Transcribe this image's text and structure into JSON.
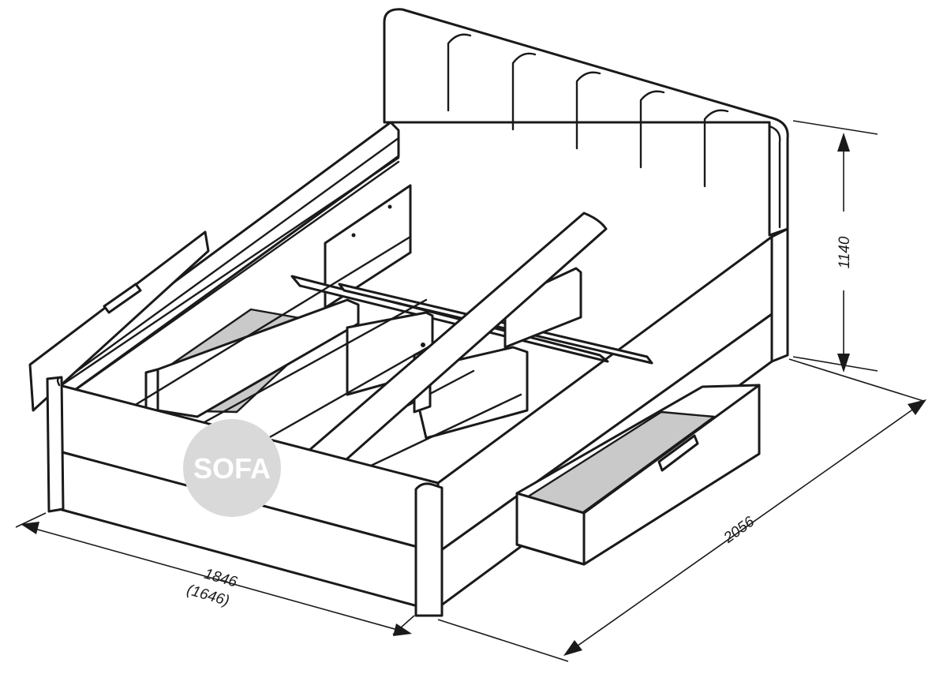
{
  "dimensions": {
    "width": "1846",
    "width_alt": "(1646)",
    "length": "2056",
    "height": "1140"
  },
  "logo": {
    "text": "SOFA"
  },
  "colors": {
    "line": "#1a1a1a",
    "storage_floor": "#c9c9c9",
    "logo_circle": "#d9d9d9",
    "background": "#ffffff"
  }
}
